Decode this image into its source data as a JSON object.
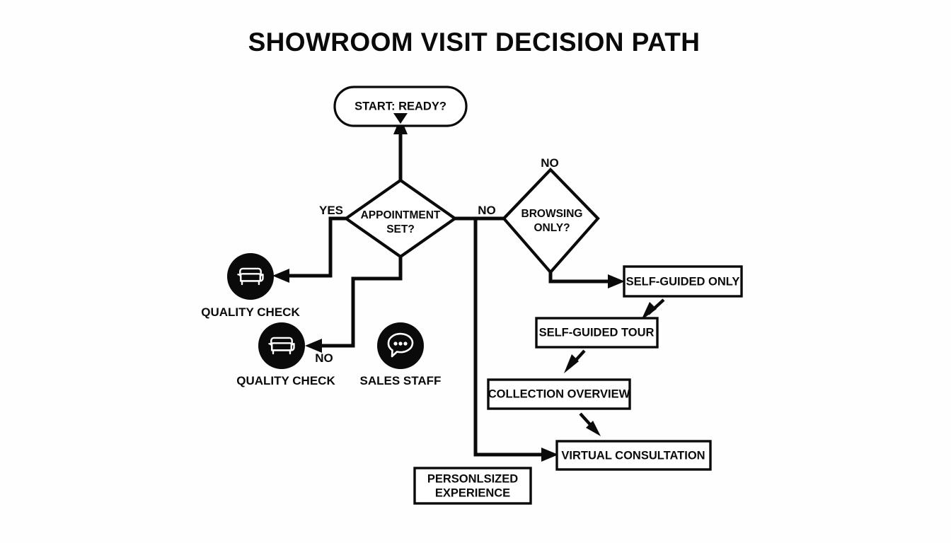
{
  "page": {
    "title": "SHOWROOM VISIT DECISION PATH",
    "background_color": "#fefefe",
    "ink_color": "#0a0a0a"
  },
  "nodes": {
    "start": {
      "label": "START: READY?",
      "type": "terminator"
    },
    "decision_appointment": {
      "line1": "APPOINTMENT",
      "line2": "SET?",
      "type": "decision"
    },
    "decision_browsing": {
      "line1": "BROWSING",
      "line2": "ONLY?",
      "type": "decision"
    },
    "icon_quality_check_1": {
      "label": "QUALITY CHECK",
      "icon": "sofa-icon",
      "type": "icon-node"
    },
    "icon_quality_check_2": {
      "label": "QUALITY CHECK",
      "icon": "sofa-icon",
      "type": "icon-node"
    },
    "icon_sales_staff": {
      "label": "SALES STAFF",
      "icon": "chat-bubble-icon",
      "type": "icon-node"
    },
    "box_self_guided_only": {
      "label": "SELF-GUIDED ONLY",
      "type": "process"
    },
    "box_self_guided_tour": {
      "label": "SELF-GUIDED TOUR",
      "type": "process"
    },
    "box_collection_overview": {
      "label": "COLLECTION OVERVIEW",
      "type": "process"
    },
    "box_virtual_consultation": {
      "label": "VIRTUAL CONSULTATION",
      "type": "process"
    },
    "box_personalized_experience": {
      "line1": "PERSONLSIZED",
      "line2": "EXPERIENCE",
      "type": "process"
    }
  },
  "edge_labels": {
    "yes_appointment": "YES",
    "no_appointment": "NO",
    "no_browsing": "NO",
    "no_quality_check": "NO"
  }
}
